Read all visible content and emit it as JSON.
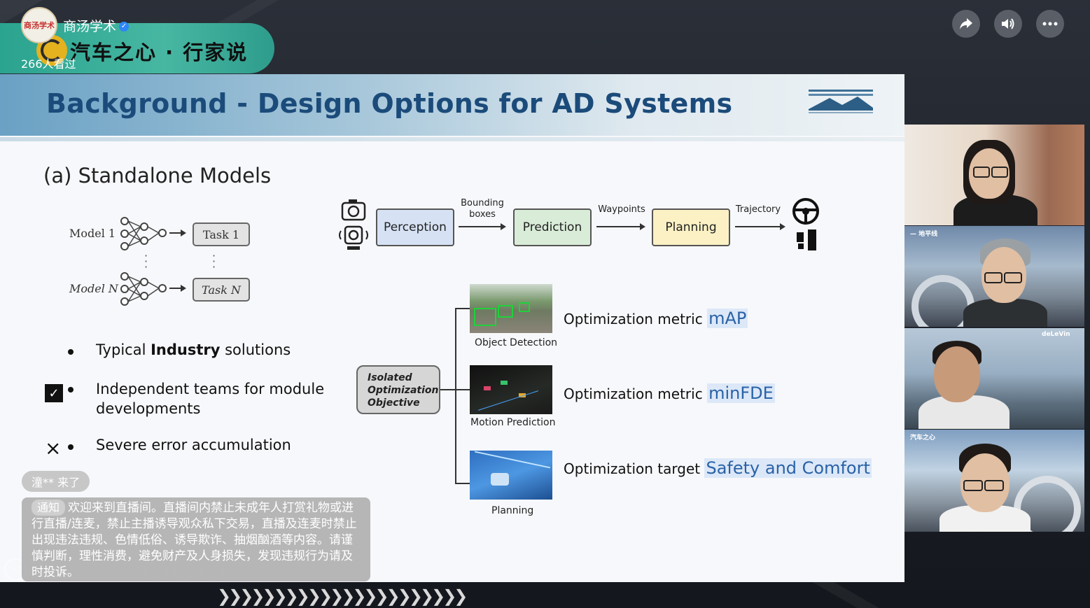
{
  "channel": {
    "name": "商汤学术",
    "avatar_text": "商汤学术",
    "viewers": "266人看过"
  },
  "banner": {
    "text": "汽车之心 · 行家说"
  },
  "top_buttons": {
    "share_icon": "share-icon",
    "volume_icon": "volume-icon",
    "more_icon": "more-icon"
  },
  "slide": {
    "title": "Background - Design Options for AD Systems",
    "subtitle": "(a) Standalone Models",
    "model_1": "Model 1",
    "model_n": "Model N",
    "task_1": "Task 1",
    "task_n": "Task N",
    "bullets": [
      "Typical ",
      "Industry",
      " solutions"
    ],
    "bullet_2": "Independent teams for module developments",
    "bullet_3": "Severe error accumulation",
    "pipeline": {
      "perception": "Perception",
      "prediction": "Prediction",
      "planning": "Planning",
      "label_bounding": "Bounding boxes",
      "label_waypoints": "Waypoints",
      "label_trajectory": "Trajectory"
    },
    "isolated": {
      "line1": "Isolated",
      "line2": "Optimization",
      "line3": "Objective"
    },
    "tasks": [
      {
        "caption": "Object Detection",
        "metric_prefix": "Optimization metric ",
        "metric_value": "mAP"
      },
      {
        "caption": "Motion Prediction",
        "metric_prefix": "Optimization metric ",
        "metric_value": "minFDE"
      },
      {
        "caption": "Planning",
        "metric_prefix": "Optimization target ",
        "metric_value": "Safety and Comfort"
      }
    ]
  },
  "chat": {
    "join_message": "潼** 来了",
    "notice_tag": "通知",
    "notice_text": "欢迎来到直播间。直播间内禁止未成年人打赏礼物或进行直播/连麦，禁止主播诱导观众私下交易，直播及连麦时禁止出现违法违规、色情低俗、诱导欺诈、抽烟酗酒等内容。请谨慎判断，理性消费，避免财产及人身损失，发现违规行为请及时投诉。"
  },
  "colors": {
    "accent": "#1b4b7a",
    "banner": "#47b7a2",
    "highlight": "#2a62a6"
  }
}
